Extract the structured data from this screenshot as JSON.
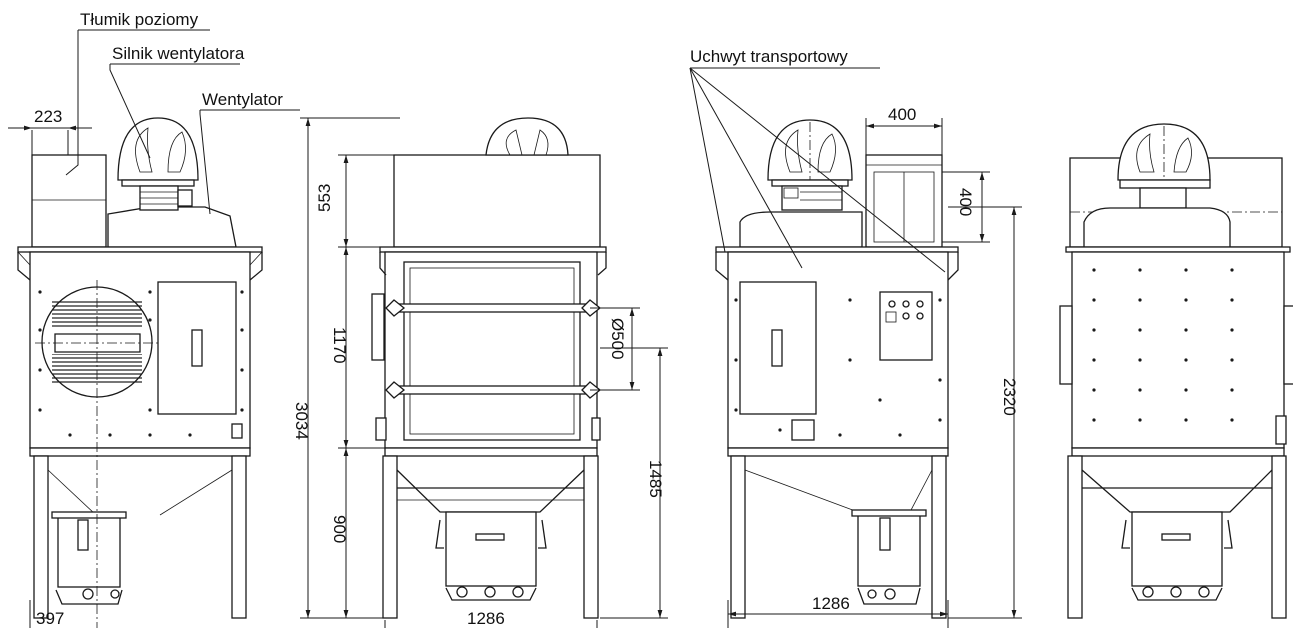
{
  "labels": {
    "silencer": "Tłumik poziomy",
    "fan_motor": "Silnik wentylatora",
    "fan": "Wentylator",
    "transport_handle": "Uchwyt transportowy"
  },
  "dimensions": {
    "d223": "223",
    "d397": "397",
    "d553": "553",
    "d3034": "3034",
    "d1170": "1170",
    "d900": "900",
    "d500": "Ø500",
    "d1485": "1485",
    "d1286a": "1286",
    "d400w": "400",
    "d400h": "400",
    "d2320": "2320",
    "d1286b": "1286"
  }
}
